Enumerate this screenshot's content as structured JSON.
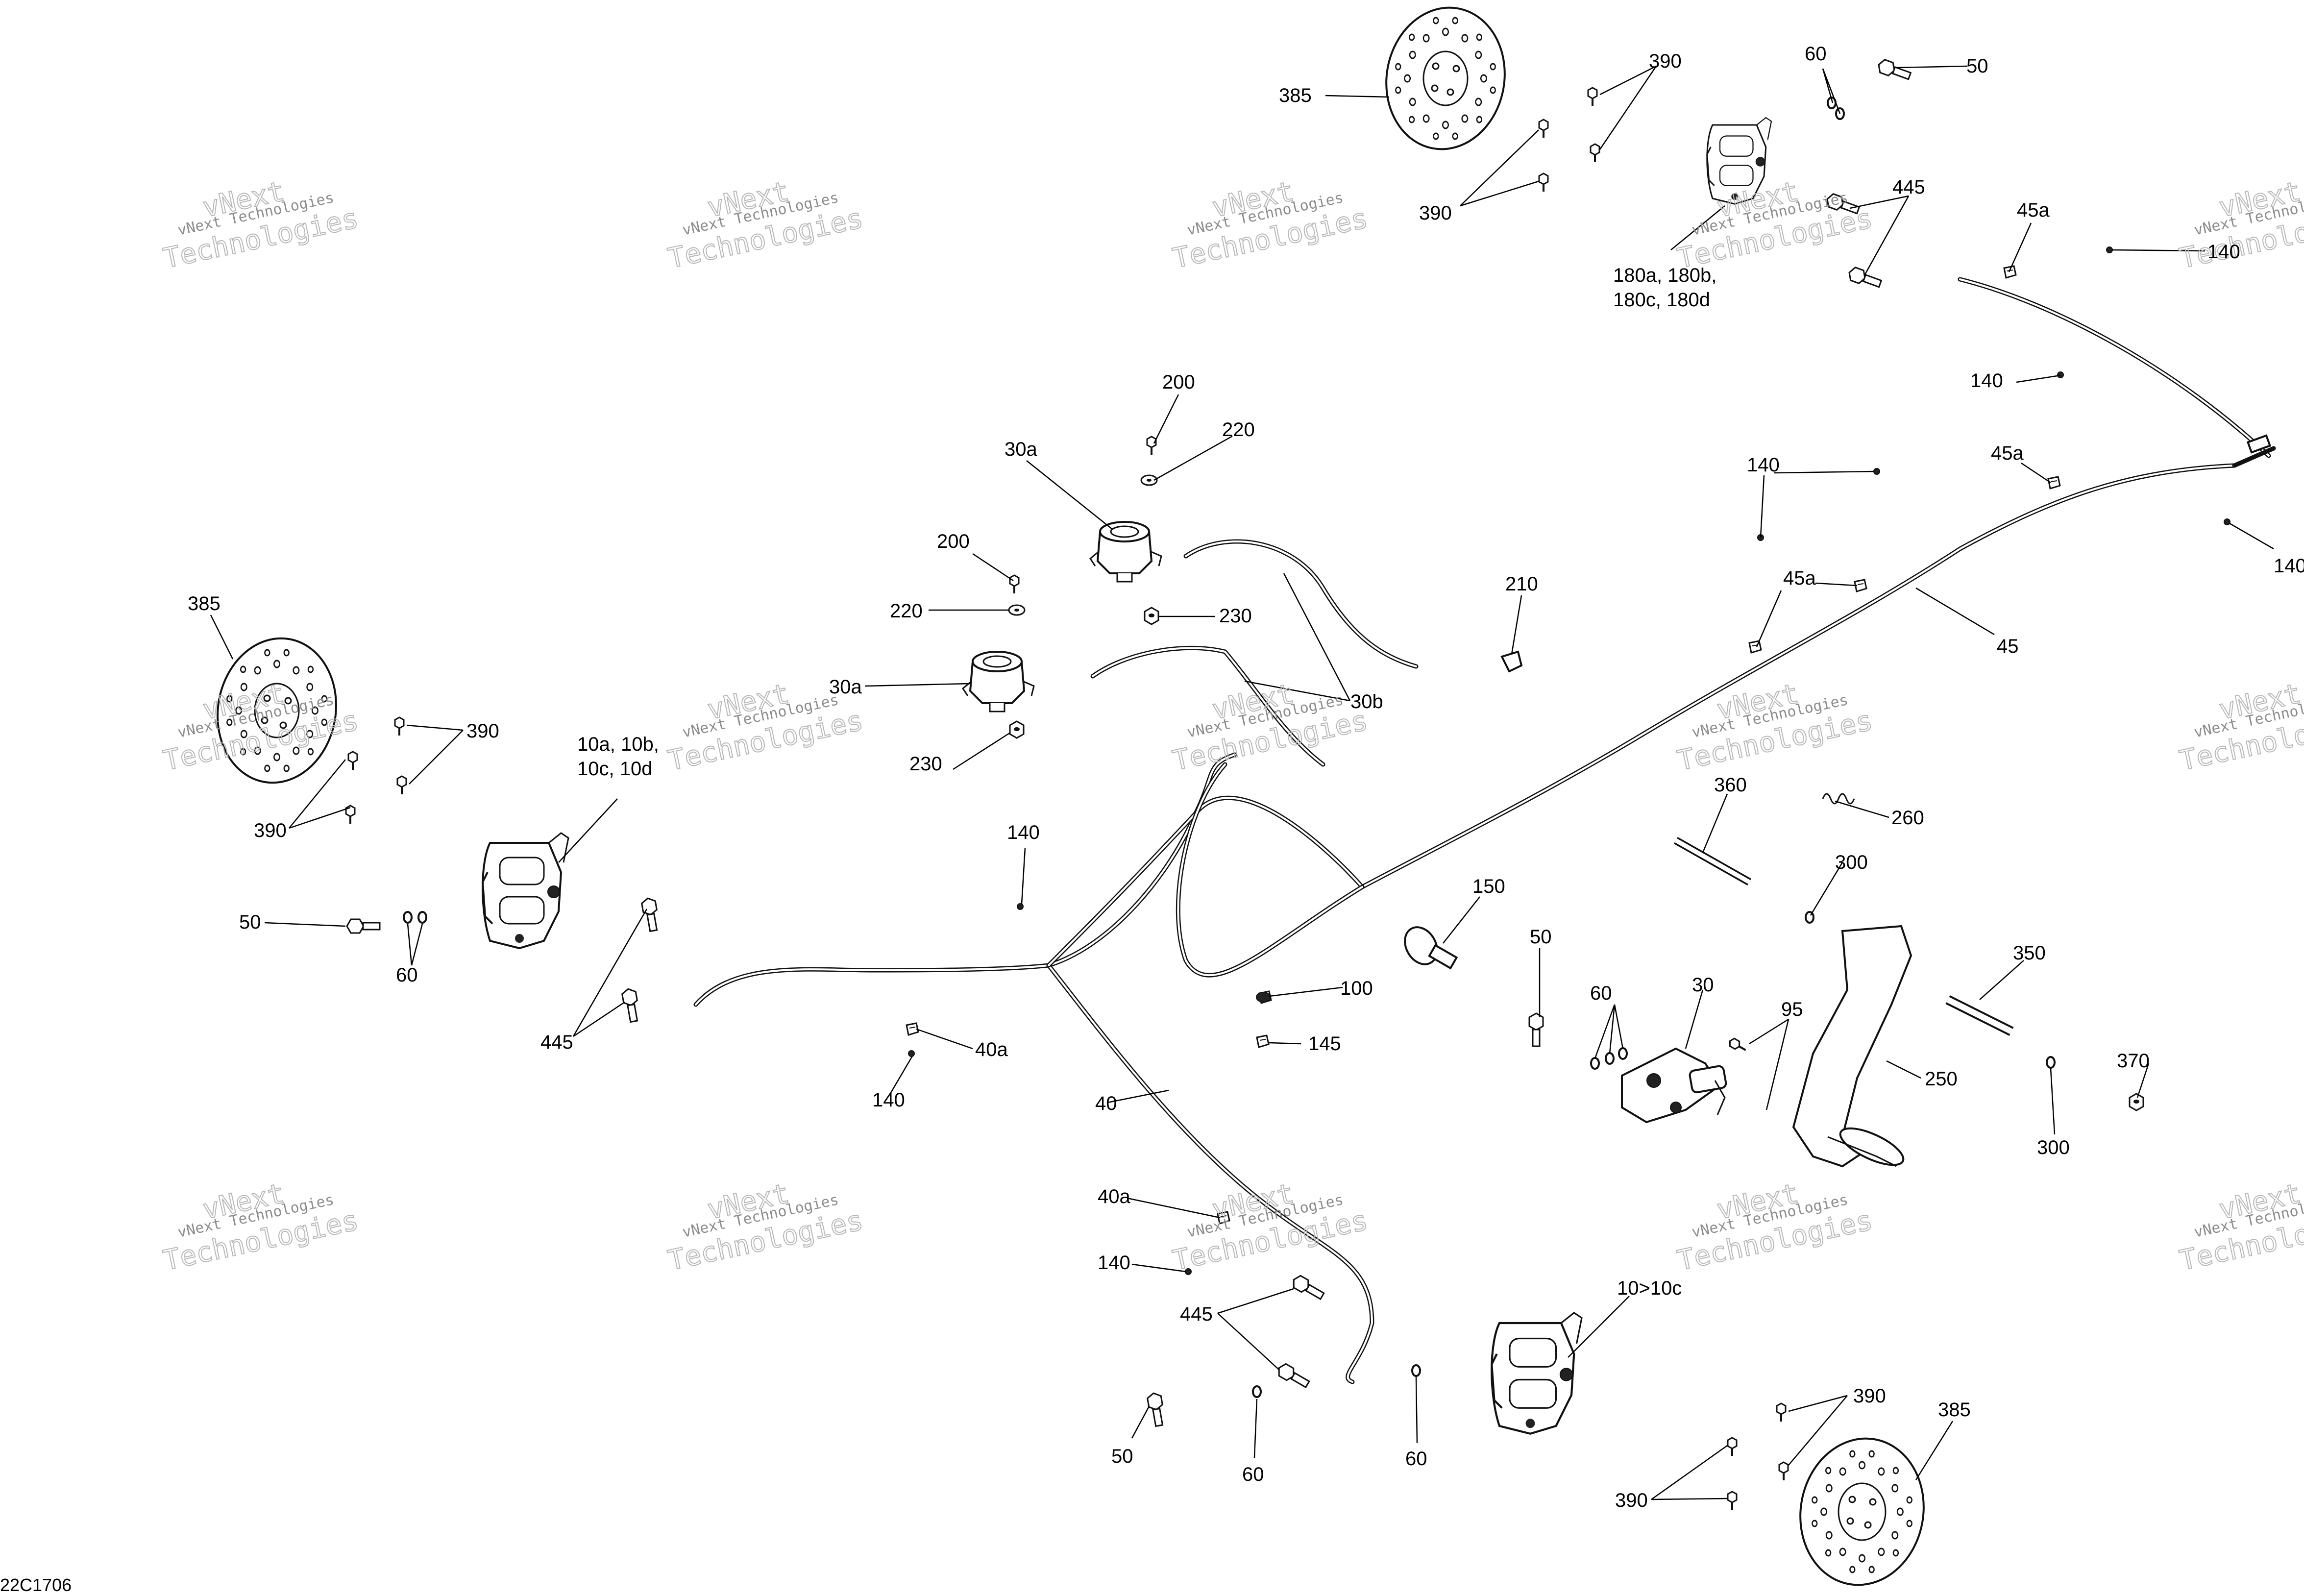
{
  "diagram_code": "22C1706",
  "watermark": {
    "line1": "vNext Technologies",
    "line2a": "vNext",
    "line2b": "Technologies"
  },
  "callouts": [
    {
      "id": "c-385-top",
      "text": "385"
    },
    {
      "id": "c-390-top-a",
      "text": "390"
    },
    {
      "id": "c-390-top-b",
      "text": "390"
    },
    {
      "id": "c-60-top",
      "text": "60"
    },
    {
      "id": "c-50-top",
      "text": "50"
    },
    {
      "id": "c-445-top",
      "text": "445"
    },
    {
      "id": "c-180-l1",
      "text": "180a, 180b,"
    },
    {
      "id": "c-180-l2",
      "text": "180c, 180d"
    },
    {
      "id": "c-45a-top",
      "text": "45a"
    },
    {
      "id": "c-140-r1",
      "text": "140"
    },
    {
      "id": "c-140-r2",
      "text": "140"
    },
    {
      "id": "c-140-r3",
      "text": "140"
    },
    {
      "id": "c-140-r4",
      "text": "140"
    },
    {
      "id": "c-45a-mid",
      "text": "45a"
    },
    {
      "id": "c-45a-low",
      "text": "45a"
    },
    {
      "id": "c-45",
      "text": "45"
    },
    {
      "id": "c-200-top",
      "text": "200"
    },
    {
      "id": "c-220-top",
      "text": "220"
    },
    {
      "id": "c-30a-top",
      "text": "30a"
    },
    {
      "id": "c-200-mid",
      "text": "200"
    },
    {
      "id": "c-220-mid",
      "text": "220"
    },
    {
      "id": "c-230-top",
      "text": "230"
    },
    {
      "id": "c-30a-mid",
      "text": "30a"
    },
    {
      "id": "c-30b",
      "text": "30b"
    },
    {
      "id": "c-230-mid",
      "text": "230"
    },
    {
      "id": "c-210",
      "text": "210"
    },
    {
      "id": "c-385-left",
      "text": "385"
    },
    {
      "id": "c-390-left-a",
      "text": "390"
    },
    {
      "id": "c-390-left-b",
      "text": "390"
    },
    {
      "id": "c-10-l1",
      "text": "10a, 10b,"
    },
    {
      "id": "c-10-l2",
      "text": "10c, 10d"
    },
    {
      "id": "c-50-left",
      "text": "50"
    },
    {
      "id": "c-60-left",
      "text": "60"
    },
    {
      "id": "c-445-left",
      "text": "445"
    },
    {
      "id": "c-140-mid",
      "text": "140"
    },
    {
      "id": "c-40a-mid",
      "text": "40a"
    },
    {
      "id": "c-140-low",
      "text": "140"
    },
    {
      "id": "c-40",
      "text": "40"
    },
    {
      "id": "c-100",
      "text": "100"
    },
    {
      "id": "c-145",
      "text": "145"
    },
    {
      "id": "c-150",
      "text": "150"
    },
    {
      "id": "c-360",
      "text": "360"
    },
    {
      "id": "c-260",
      "text": "260"
    },
    {
      "id": "c-300-top",
      "text": "300"
    },
    {
      "id": "c-50-right",
      "text": "50"
    },
    {
      "id": "c-60-right",
      "text": "60"
    },
    {
      "id": "c-30",
      "text": "30"
    },
    {
      "id": "c-95",
      "text": "95"
    },
    {
      "id": "c-350",
      "text": "350"
    },
    {
      "id": "c-250",
      "text": "250"
    },
    {
      "id": "c-370",
      "text": "370"
    },
    {
      "id": "c-300-low",
      "text": "300"
    },
    {
      "id": "c-40a-low",
      "text": "40a"
    },
    {
      "id": "c-140-bot",
      "text": "140"
    },
    {
      "id": "c-445-bot",
      "text": "445"
    },
    {
      "id": "c-50-bot",
      "text": "50"
    },
    {
      "id": "c-60-bot-a",
      "text": "60"
    },
    {
      "id": "c-60-bot-b",
      "text": "60"
    },
    {
      "id": "c-10-bot",
      "text": "10>10c"
    },
    {
      "id": "c-390-bot-a",
      "text": "390"
    },
    {
      "id": "c-390-bot-b",
      "text": "390"
    },
    {
      "id": "c-385-bot",
      "text": "385"
    }
  ]
}
